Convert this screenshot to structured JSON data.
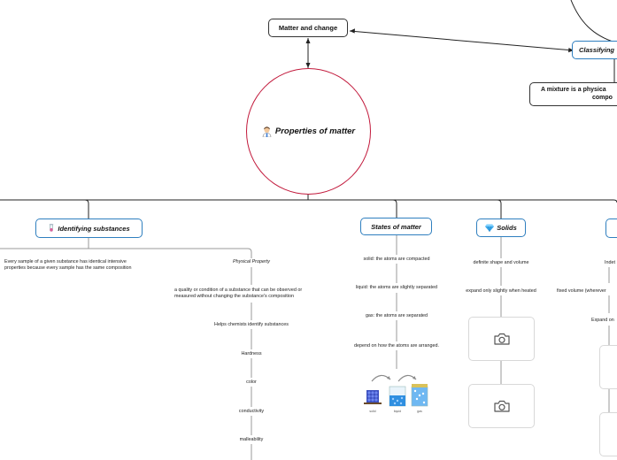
{
  "title_node": {
    "label": "Matter and change"
  },
  "central_node": {
    "label": "Properties of matter",
    "icon": "scientist-icon"
  },
  "classifying_node": {
    "label": "Classifying"
  },
  "mixture_node": {
    "line1": "A mixture is a physica",
    "line2": "compo"
  },
  "branches": {
    "identifying": {
      "label": "Identifying substances",
      "icon": "test-tube-icon",
      "intensive_text_1": "Every sample of a given substance has identical intensive",
      "intensive_text_2": "properties because every sample has the same composition",
      "physical_property": {
        "label": "Physical Property",
        "definition_1": "a quality or condition of a substance that can be observed or",
        "definition_2": "measured without changing the substance's composition",
        "items": [
          "Helps chemists identify substances",
          "Hardness",
          "color",
          "conductivity",
          "malleability"
        ]
      }
    },
    "states": {
      "label": "States of matter",
      "items": [
        "solid: the atoms are compacted",
        "liquid: the atoms are slightly separated",
        "gas: the atoms are separated",
        "depend on how the atoms are arranged."
      ],
      "image_captions": [
        "solid",
        "liquid",
        "gas"
      ]
    },
    "solids": {
      "label": "Solids",
      "icon": "gem-icon",
      "items": [
        "definite shape and volume",
        "expand only slightly when heated"
      ]
    },
    "liquids": {
      "items": [
        "Indet",
        "fixed volume (wherever",
        "Expand on"
      ]
    }
  },
  "colors": {
    "circle_border": "#c21a3c",
    "blue_border": "#2f7fbf",
    "dark_border": "#333333",
    "connector": "#222222",
    "sub_connector": "#999999"
  }
}
